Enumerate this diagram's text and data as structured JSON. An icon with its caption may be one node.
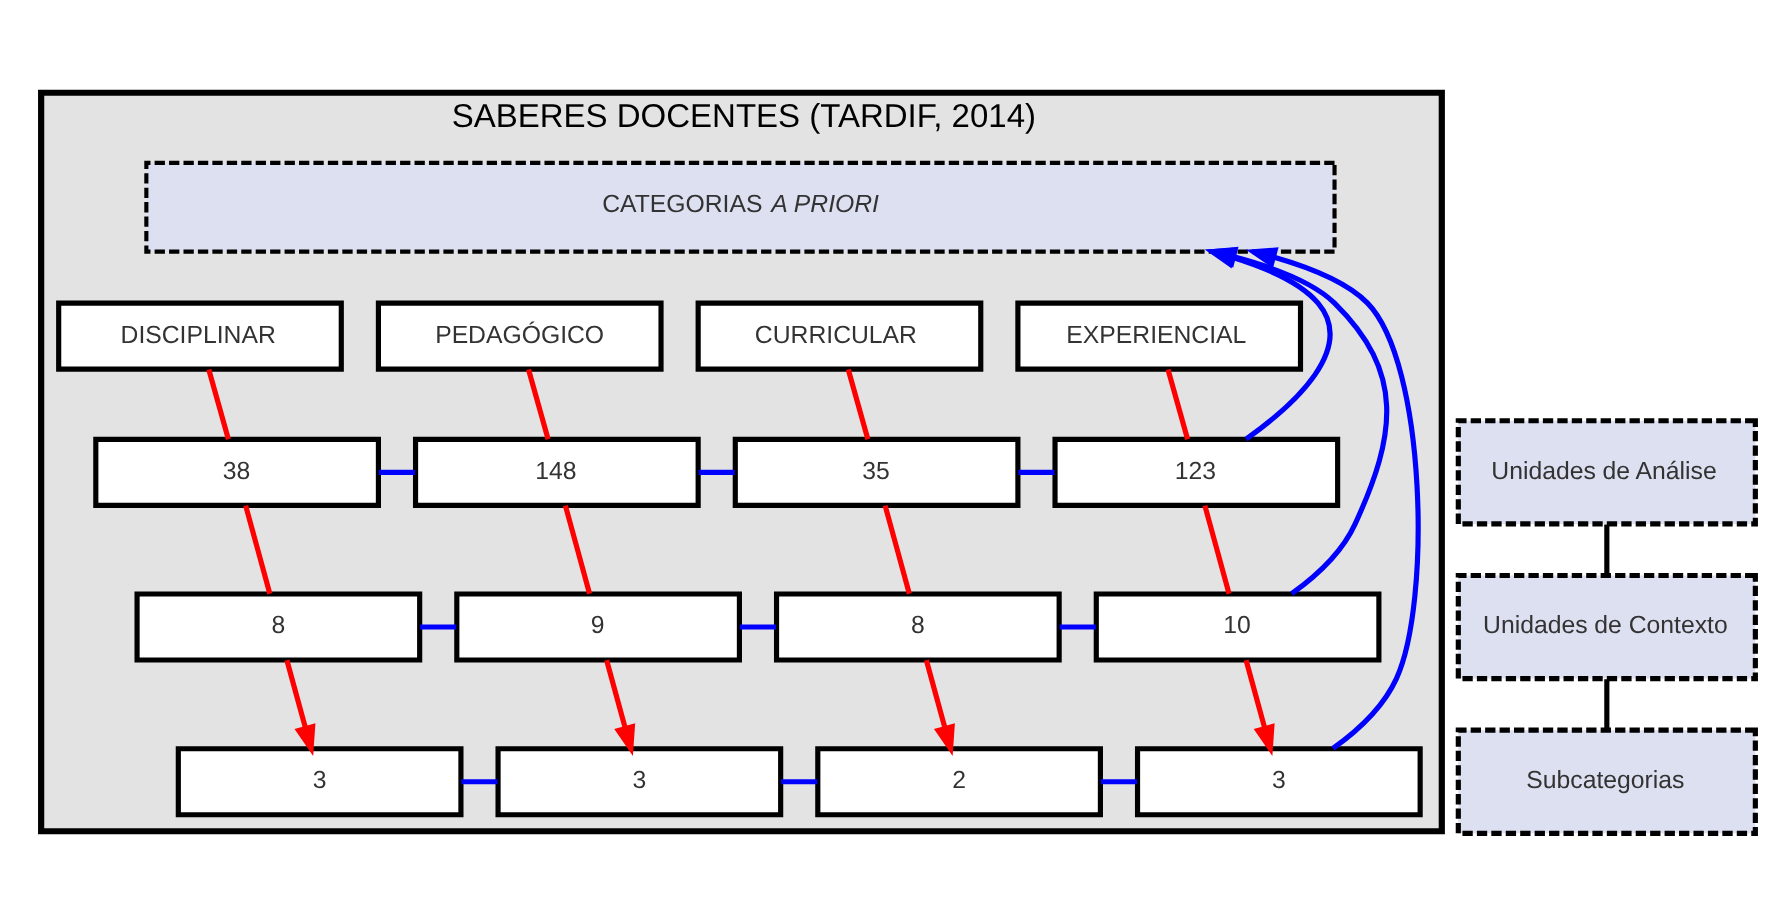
{
  "diagram": {
    "nodes": [
      {
        "text": [
          "SABERES DOCENTES (TARDIF, 2014)"
        ]
      },
      {
        "text": [
          "CATEGORIAS *A PRIORI*"
        ],
        "in": 0
      },
      {
        "text": [
          "DISCIPLINAR"
        ],
        "in": 0
      },
      {
        "text": [
          "PEDAGÓGICO"
        ],
        "in": 0
      },
      {
        "text": [
          "CURRICULAR"
        ],
        "in": 0
      },
      {
        "text": [
          "EXPERIENCIAL"
        ],
        "in": 0
      },
      {
        "text": [
          "Unidades de Análise"
        ]
      },
      {
        "text": [
          "38"
        ],
        "in": 0
      },
      {
        "text": [
          "148"
        ],
        "in": 0
      },
      {
        "text": [
          "35"
        ],
        "in": 0
      },
      {
        "text": [
          "123"
        ],
        "in": 0
      },
      {
        "text": [
          "Unidades de Contexto"
        ]
      },
      {
        "text": [
          "8"
        ],
        "in": 0
      },
      {
        "text": [
          "9"
        ],
        "in": 0
      },
      {
        "text": [
          "8"
        ],
        "in": 0
      },
      {
        "text": [
          "10"
        ],
        "in": 0
      },
      {
        "text": [
          "Subcategorias"
        ]
      },
      {
        "text": [
          "3"
        ],
        "in": 0
      },
      {
        "text": [
          "3"
        ],
        "in": 0
      },
      {
        "text": [
          "2"
        ],
        "in": 0
      },
      {
        "text": [
          "3"
        ],
        "in": 0
      }
    ],
    "edges": [
      {
        "from": 2,
        "to": 7,
        "arrow": "none",
        "color": "#ff0000"
      },
      {
        "from": 3,
        "to": 8,
        "arrow": "none",
        "color": "#ff0000"
      },
      {
        "from": 4,
        "to": 9,
        "arrow": "none",
        "color": "#ff0000"
      },
      {
        "from": 5,
        "to": 10,
        "arrow": "none",
        "color": "#ff0000"
      },
      {
        "from": 7,
        "to": 12,
        "arrow": "none",
        "color": "#ff0000"
      },
      {
        "from": 8,
        "to": 13,
        "arrow": "none",
        "color": "#ff0000"
      },
      {
        "from": 9,
        "to": 14,
        "arrow": "none",
        "color": "#ff0000"
      },
      {
        "from": 10,
        "to": 15,
        "arrow": "none",
        "color": "#ff0000"
      },
      {
        "from": 12,
        "to": 17,
        "arrow": "to",
        "color": "#ff0000"
      },
      {
        "from": 13,
        "to": 18,
        "arrow": "to",
        "color": "#ff0000"
      },
      {
        "from": 14,
        "to": 19,
        "arrow": "to",
        "color": "#ff0000"
      },
      {
        "from": 15,
        "to": 20,
        "arrow": "to",
        "color": "#ff0000"
      },
      {
        "from": 6,
        "to": 11,
        "arrow": "none",
        "color": "#000000"
      },
      {
        "from": 11,
        "to": 16,
        "arrow": "none",
        "color": "#000000"
      },
      {
        "from": 7,
        "to": 8,
        "arrow": "none",
        "color": "#0000ff"
      },
      {
        "from": 8,
        "to": 9,
        "arrow": "none",
        "color": "#0000ff"
      },
      {
        "from": 9,
        "to": 10,
        "arrow": "none",
        "color": "#0000ff"
      },
      {
        "from": 12,
        "to": 13,
        "arrow": "none",
        "color": "#0000ff"
      },
      {
        "from": 13,
        "to": 14,
        "arrow": "none",
        "color": "#0000ff"
      },
      {
        "from": 14,
        "to": 15,
        "arrow": "none",
        "color": "#0000ff"
      },
      {
        "from": 17,
        "to": 18,
        "arrow": "none",
        "color": "#0000ff"
      },
      {
        "from": 18,
        "to": 19,
        "arrow": "none",
        "color": "#0000ff"
      },
      {
        "from": 19,
        "to": 20,
        "arrow": "none",
        "color": "#0000ff"
      },
      {
        "from": 10,
        "to": 1,
        "arrow": "to",
        "color": "#0000ff"
      },
      {
        "from": 15,
        "to": 1,
        "arrow": "to",
        "color": "#0000ff"
      },
      {
        "from": 20,
        "to": 1,
        "arrow": "to",
        "color": "#0000ff"
      }
    ]
  }
}
